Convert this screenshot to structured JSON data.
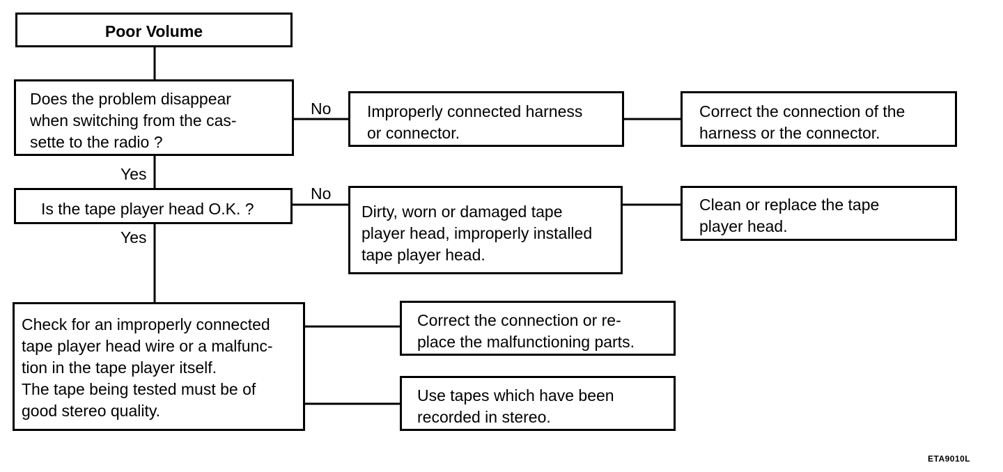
{
  "boxes": {
    "start": "Poor Volume",
    "q1": "Does the problem disappear\nwhen switching from the cas-\nsette to the radio ?",
    "cause1": "Improperly connected harness\nor connector.",
    "action1": "Correct the connection of the\nharness or the connector.",
    "q2": "Is the tape player head O.K. ?",
    "cause2": "Dirty, worn or damaged tape\nplayer head, improperly installed\ntape player head.",
    "action2": "Clean or replace the tape\nplayer head.",
    "check": "Check for an improperly connected\ntape player head wire or a malfunc-\ntion in the tape player itself.\nThe tape being tested must be of\ngood stereo quality.",
    "action3": "Correct the connection or re-\nplace the malfunctioning parts.",
    "action4": "Use tapes which have been\nrecorded in stereo."
  },
  "labels": {
    "no1": "No",
    "yes1": "Yes",
    "no2": "No",
    "yes2": "Yes"
  },
  "figure_code": "ETA9010L"
}
